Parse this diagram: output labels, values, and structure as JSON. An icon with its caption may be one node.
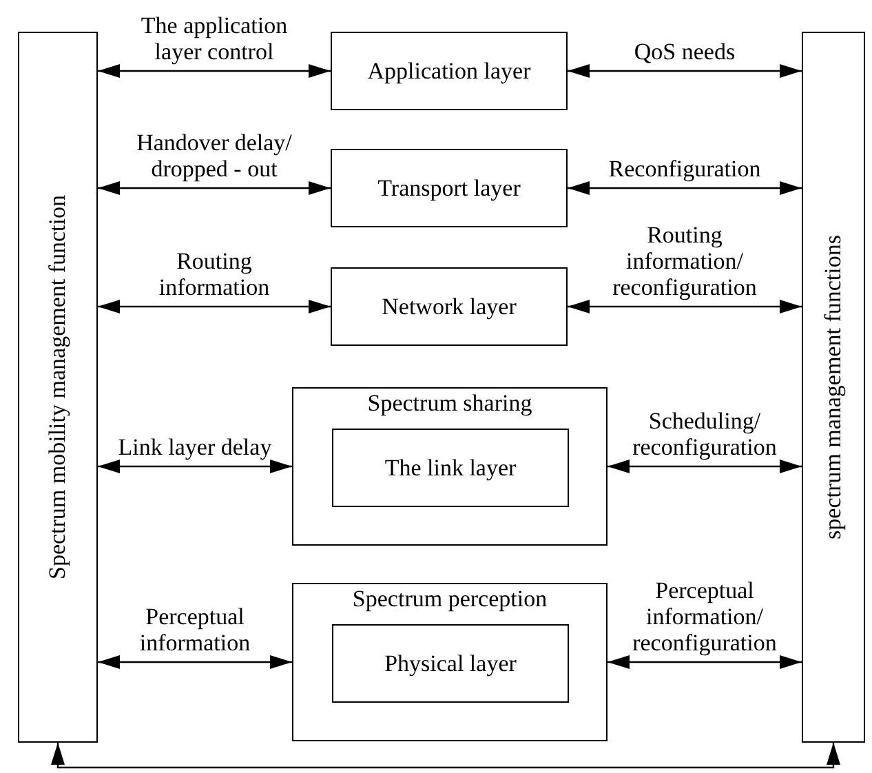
{
  "diagram": {
    "nodes": [
      {
        "text": [
          "Spectrum mobility management function"
        ]
      },
      {
        "text": [
          "spectrum management functions"
        ]
      },
      {
        "text": [
          "Application layer"
        ]
      },
      {
        "text": [
          "Transport layer"
        ]
      },
      {
        "text": [
          "Network layer"
        ]
      },
      {
        "text": [
          "Spectrum sharing"
        ]
      },
      {
        "text": [
          "The link layer"
        ],
        "in": 5
      },
      {
        "text": [
          "Spectrum perception"
        ]
      },
      {
        "text": [
          "Physical layer"
        ],
        "in": 7
      }
    ],
    "edges": [
      {
        "from": 0,
        "to": 2,
        "arrow": "both",
        "label": "The application layer control"
      },
      {
        "from": 2,
        "to": 1,
        "arrow": "both",
        "label": "QoS needs"
      },
      {
        "from": 0,
        "to": 3,
        "arrow": "both",
        "label": "Handover delay/ dropped - out"
      },
      {
        "from": 3,
        "to": 1,
        "arrow": "both",
        "label": "Reconfiguration"
      },
      {
        "from": 0,
        "to": 4,
        "arrow": "both",
        "label": "Routing information"
      },
      {
        "from": 4,
        "to": 1,
        "arrow": "both",
        "label": "Routing information/ reconfiguration"
      },
      {
        "from": 0,
        "to": 5,
        "arrow": "both",
        "label": "Link layer delay"
      },
      {
        "from": 5,
        "to": 1,
        "arrow": "both",
        "label": "Scheduling/ reconfiguration"
      },
      {
        "from": 0,
        "to": 7,
        "arrow": "both",
        "label": "Perceptual information"
      },
      {
        "from": 7,
        "to": 1,
        "arrow": "both",
        "label": "Perceptual information/ reconfiguration"
      },
      {
        "from": 0,
        "to": 1,
        "arrow": "both"
      }
    ]
  }
}
